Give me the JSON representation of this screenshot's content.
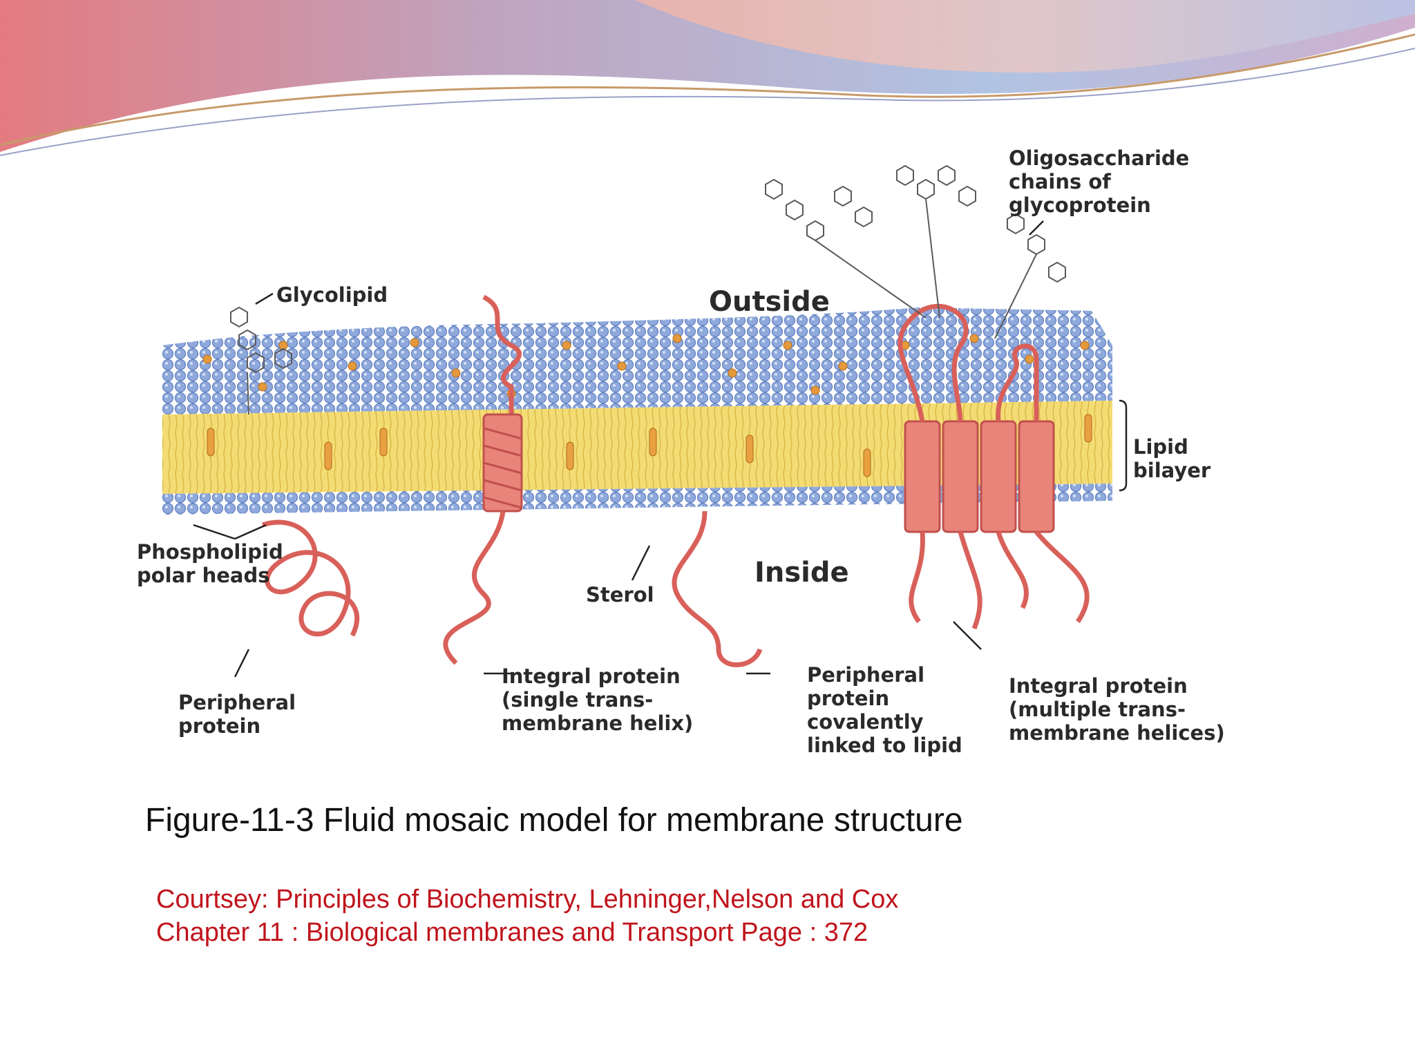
{
  "slide": {
    "labels": {
      "oligosaccharide": "Oligosaccharide\nchains of\nglycoprotein",
      "glycolipid": "Glycolipid",
      "outside": "Outside",
      "inside": "Inside",
      "lipid_bilayer": "Lipid\nbilayer",
      "phospholipid_heads": "Phospholipid\npolar heads",
      "sterol": "Sterol",
      "peripheral_protein": "Peripheral\nprotein",
      "integral_single": "Integral protein\n(single trans-\nmembrane helix)",
      "peripheral_lipid": "Peripheral\nprotein\ncovalently\nlinked to lipid",
      "integral_multiple": "Integral protein\n(multiple trans-\nmembrane helices)"
    },
    "caption": "Figure-11-3 Fluid mosaic model for membrane structure",
    "credit_line1": "Courtsey: Principles of Biochemistry, Lehninger,Nelson and Cox",
    "credit_line2": "Chapter 11 : Biological membranes and Transport Page : 372"
  },
  "colors": {
    "polar_head": "#8fa9dc",
    "tail_region": "#f2d86a",
    "sterol": "#e49a3c",
    "protein": "#e9847a",
    "protein_stroke": "#c0504d",
    "sugar_ring": "#5a5a5a",
    "caption_text": "#111111",
    "credit_text": "#c0141c"
  }
}
